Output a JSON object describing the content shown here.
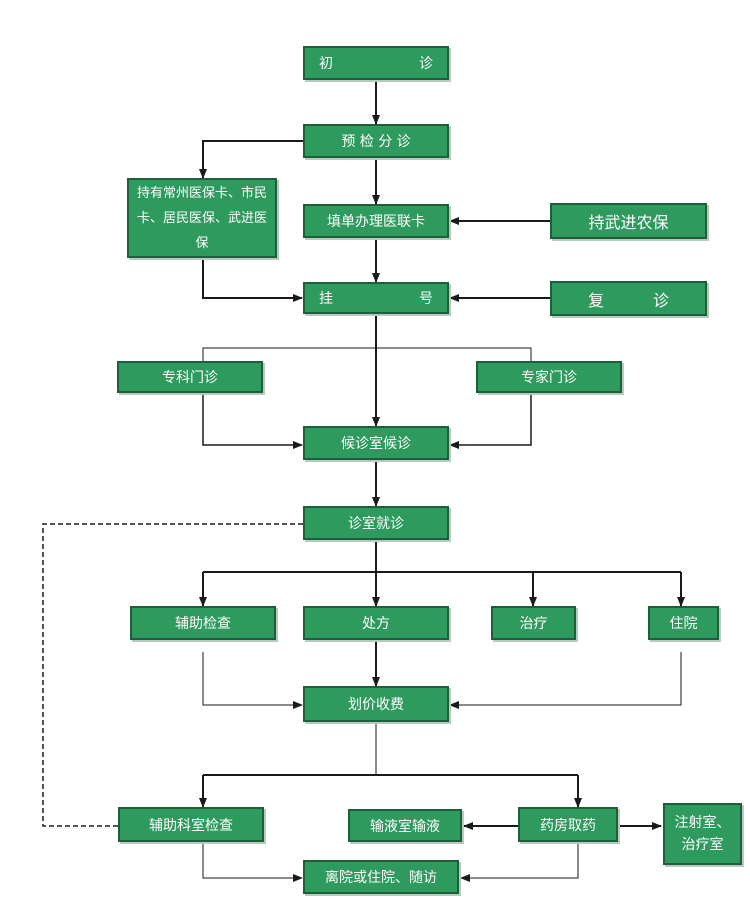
{
  "nodes": {
    "first_visit": [
      "初",
      "诊"
    ],
    "pre_triage": "预 检 分 诊",
    "card_fill": "填单办理医联卡",
    "insured_holders": "持有常州医保卡、市民卡、居民医保、武进医保",
    "wujin_insurance": "持武进农保",
    "registration": [
      "挂",
      "号"
    ],
    "return_visit": [
      "复",
      "诊"
    ],
    "specialty_clinic": "专科门诊",
    "expert_clinic": "专家门诊",
    "waiting_room": "候诊室候诊",
    "consultation": "诊室就诊",
    "aux_exam": "辅助检查",
    "prescription": "处方",
    "treatment": "治疗",
    "hospitalization": "住院",
    "billing": "划价收费",
    "aux_dept_exam": "辅助科室检查",
    "infusion": "输液室输液",
    "pharmacy": "药房取药",
    "injection_room": "注射室、治疗室",
    "discharge": "离院或住院、随访"
  },
  "colors": {
    "node_fill": "#2e9a5e",
    "node_border": "#1d5f3a",
    "line": "#1a1a1a"
  }
}
